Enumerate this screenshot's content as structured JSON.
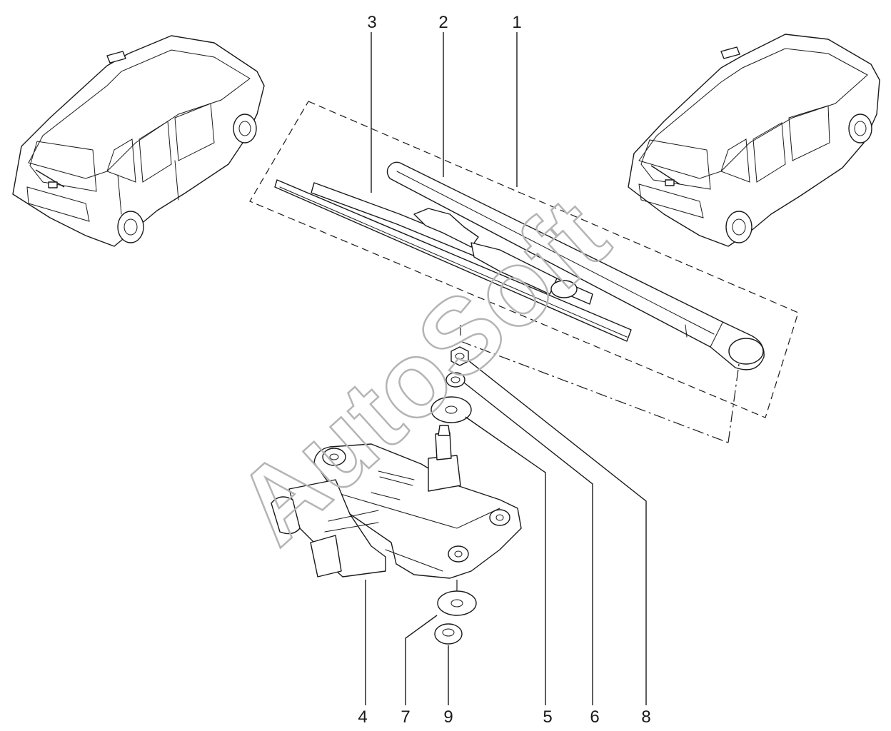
{
  "watermark": "AutoSoft",
  "callouts": [
    {
      "n": "1",
      "name": "callout-1"
    },
    {
      "n": "2",
      "name": "callout-2"
    },
    {
      "n": "3",
      "name": "callout-3"
    },
    {
      "n": "4",
      "name": "callout-4"
    },
    {
      "n": "5",
      "name": "callout-5"
    },
    {
      "n": "6",
      "name": "callout-6"
    },
    {
      "n": "7",
      "name": "callout-7"
    },
    {
      "n": "8",
      "name": "callout-8"
    },
    {
      "n": "9",
      "name": "callout-9"
    }
  ],
  "colors": {
    "line": "#1a1a1a",
    "watermark": "#b4b4b4",
    "background": "#ffffff"
  }
}
